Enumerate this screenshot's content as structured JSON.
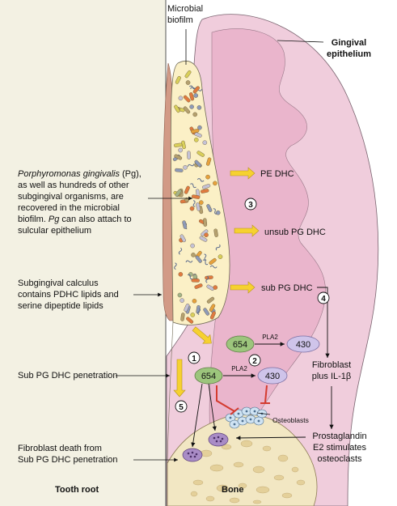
{
  "labels": {
    "microbial_biofilm": [
      "Microbial",
      "biofilm"
    ],
    "gingival_epithelium": [
      "Gingival",
      "epithelium"
    ],
    "pg_text": {
      "l1_italic": "Porphyromonas gingivalis",
      "l1_rest": " (Pg),",
      "l2": "as well as hundreds of other",
      "l3": "subgingival organisms, are",
      "l4": "recovered in the microbial",
      "l5_pre": "biofilm. ",
      "l5_italic": "Pg",
      "l5_rest": " can also attach to",
      "l6": "sulcular epithelium"
    },
    "calculus_text": [
      "Subgingival calculus",
      "contains PDHC lipids and",
      "serine dipeptide lipids"
    ],
    "penetration_text": "Sub PG DHC penetration",
    "fibroblast_death_text": [
      "Fibroblast death from",
      "Sub PG DHC penetration"
    ],
    "tooth_root": "Tooth root",
    "bone": "Bone",
    "pe_dhc": "PE DHC",
    "unsub_pg_dhc": "unsub PG DHC",
    "sub_pg_dhc": "sub PG DHC",
    "fibroblast_il": [
      "Fibroblast",
      "plus IL-1β"
    ],
    "prostaglandin": [
      "Prostaglandin",
      "E2 stimulates",
      "osteoclasts"
    ],
    "osteoblasts": "Osteoblasts",
    "pla2_top": "PLA2",
    "pla2_bottom": "PLA2",
    "lipid_654_top": "654",
    "lipid_430_top": "430",
    "lipid_654_bottom": "654",
    "lipid_430_bottom": "430",
    "step_1": "1",
    "step_2": "2",
    "step_3": "3",
    "step_4": "4",
    "step_5": "5"
  },
  "colors": {
    "tooth_root": "#f3f1e3",
    "gingiva_outer": "#f0cddc",
    "gingiva_inner": "#e9b1ca",
    "biofilm": "#fbf0c6",
    "calculus": "#d29a86",
    "bone": "#f2e7c3",
    "bone_pores": "#e4d09a",
    "yellow_arrow": "#f6d130",
    "green_oval": "#9cc57c",
    "purple_oval": "#cfc4ea",
    "inhibit_red": "#d43b2f",
    "osteoblast": "#cfe3f3",
    "osteoclast": "#a98cc6"
  },
  "icons": [
    "yellow-arrow-icon",
    "inhibition-bar-icon",
    "osteoblast-cell-icon",
    "osteoclast-cell-icon",
    "bacteria-icon"
  ]
}
